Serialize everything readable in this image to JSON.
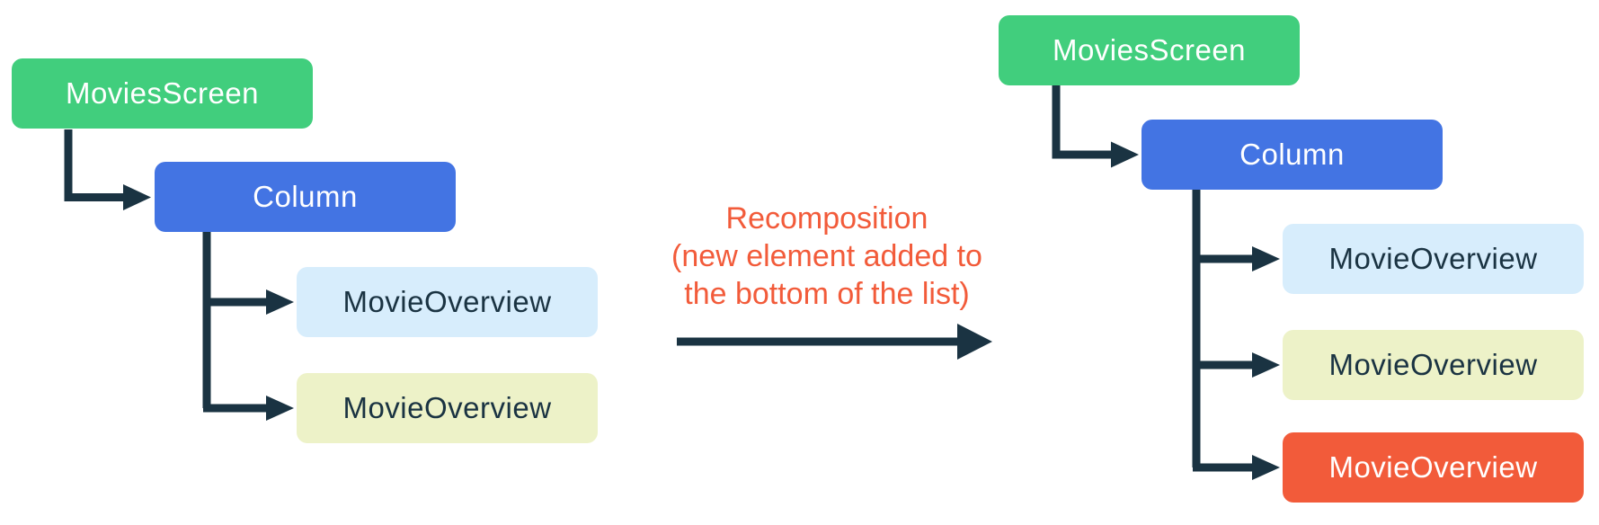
{
  "colors": {
    "green": "#41CE7D",
    "blue": "#4374E3",
    "light_blue": "#D7EDFC",
    "light_yellow": "#EDF2C8",
    "orange": "#F25B3A",
    "connector_dark": "#1A3342",
    "white_text": "#FFFFFF"
  },
  "left_tree": {
    "root_label": "MoviesScreen",
    "column_label": "Column",
    "child1_label": "MovieOverview",
    "child2_label": "MovieOverview"
  },
  "right_tree": {
    "root_label": "MoviesScreen",
    "column_label": "Column",
    "child1_label": "MovieOverview",
    "child2_label": "MovieOverview",
    "child3_label": "MovieOverview"
  },
  "annotation": {
    "line1": "Recomposition",
    "line2": "(new element added to",
    "line3": "the bottom of the list)"
  }
}
